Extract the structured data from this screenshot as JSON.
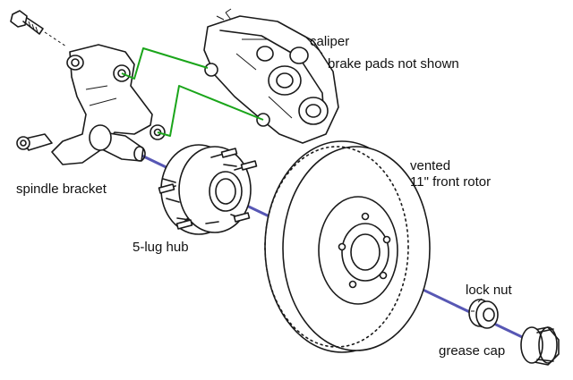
{
  "labels": {
    "caliper": "caliper",
    "brake_pads": "brake pads not shown",
    "rotor_line1": "vented",
    "rotor_line2": "11\" front rotor",
    "spindle": "spindle bracket",
    "hub": "5-lug hub",
    "lock_nut": "lock nut",
    "grease_cap": "grease cap"
  },
  "colors": {
    "axis": "#3a3aa8",
    "guide": "#1aa51a",
    "ink": "#1a1a1a"
  }
}
